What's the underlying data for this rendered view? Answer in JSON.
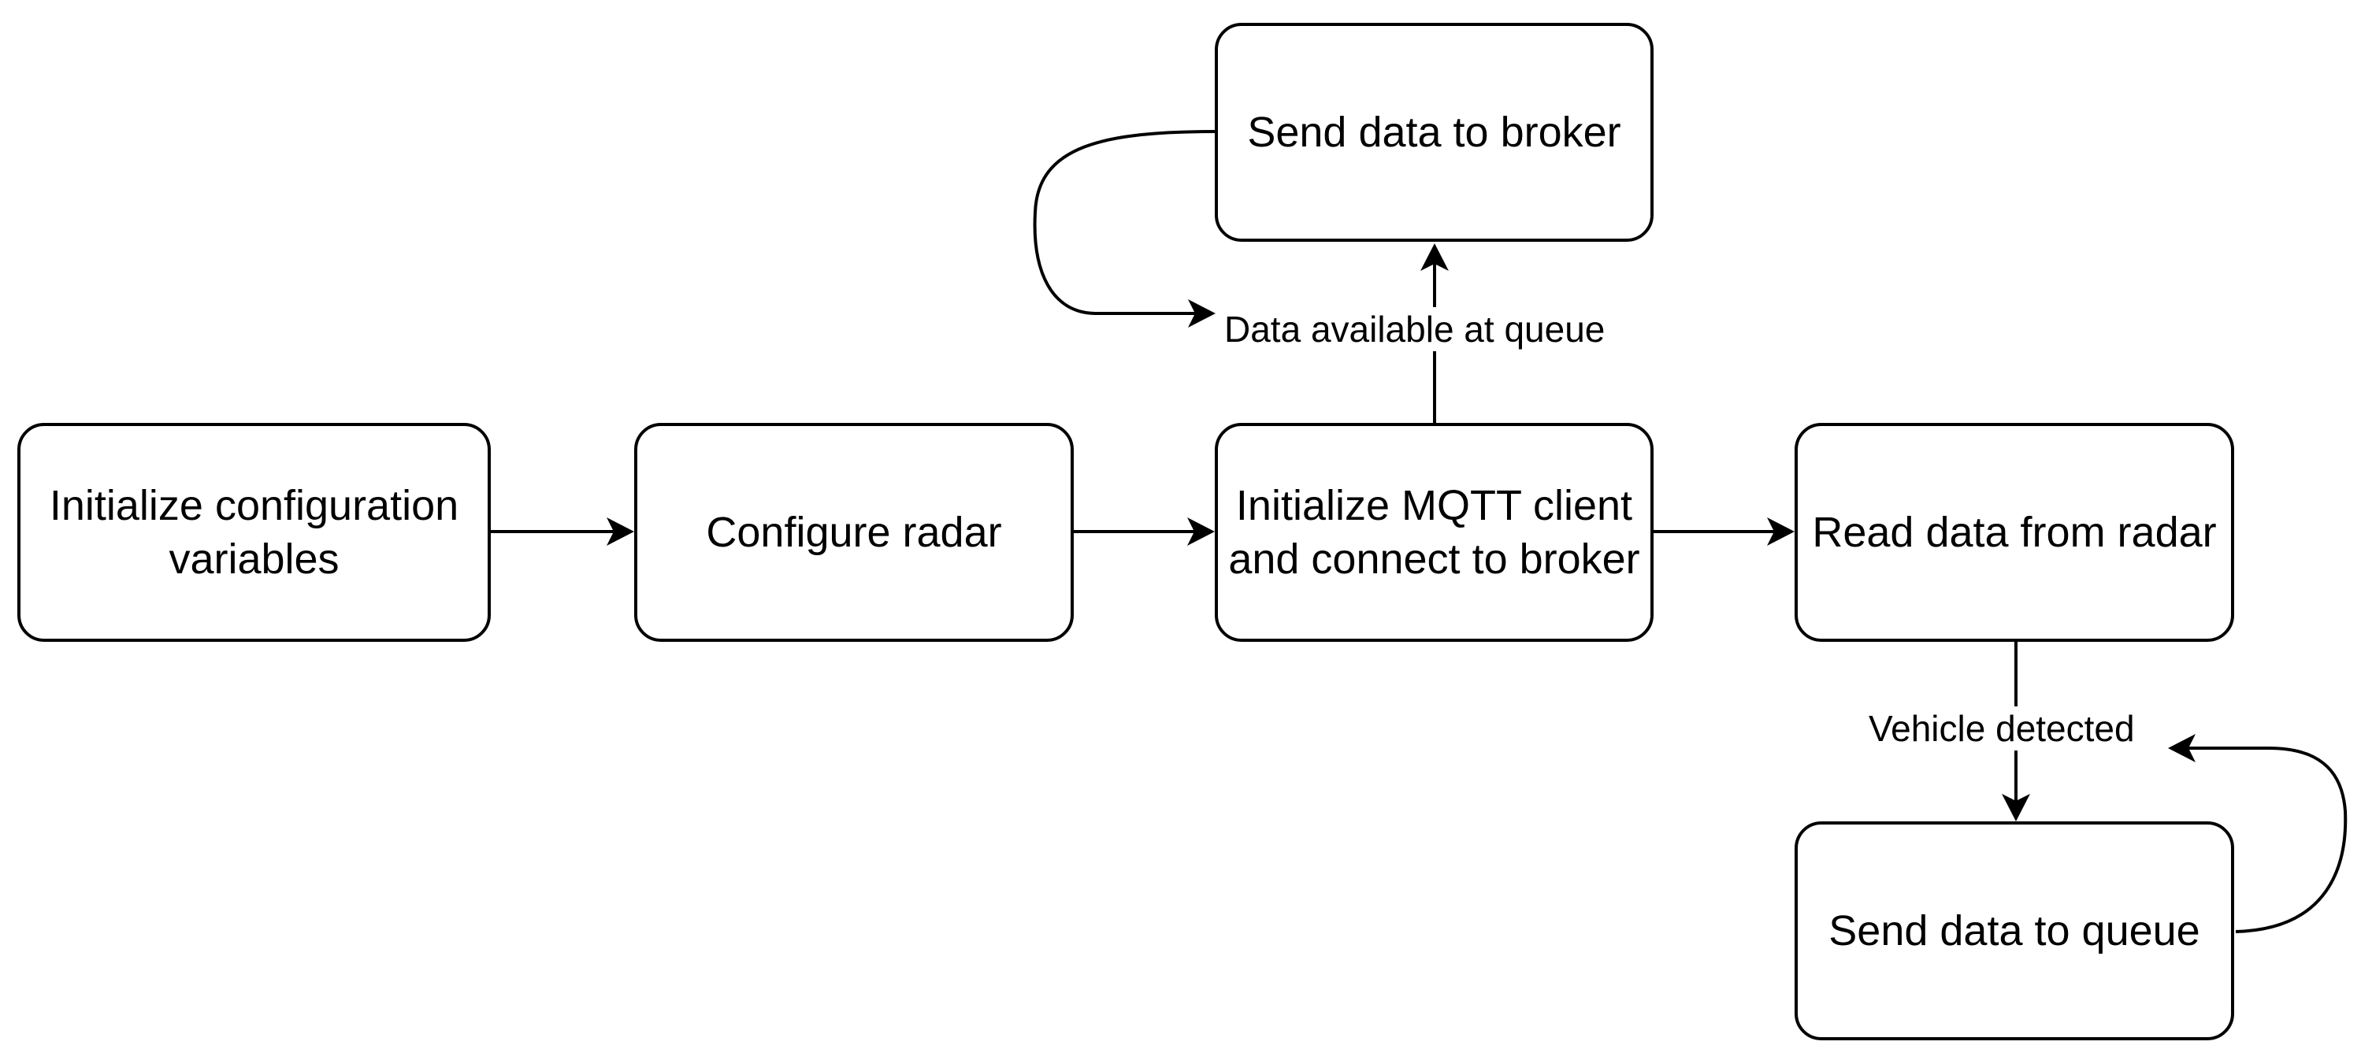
{
  "nodes": {
    "init_config": {
      "line1": "Initialize configuration",
      "line2": "variables"
    },
    "configure_radar": {
      "line1": "Configure radar"
    },
    "init_mqtt": {
      "line1": "Initialize MQTT client",
      "line2": "and connect to broker"
    },
    "read_radar": {
      "line1": "Read data from radar"
    },
    "send_queue": {
      "line1": "Send data to queue"
    },
    "send_broker": {
      "line1": "Send data to broker"
    }
  },
  "edge_labels": {
    "data_available": "Data available at queue",
    "vehicle_detected": "Vehicle detected"
  },
  "colors": {
    "stroke": "#000000",
    "background": "#ffffff"
  }
}
